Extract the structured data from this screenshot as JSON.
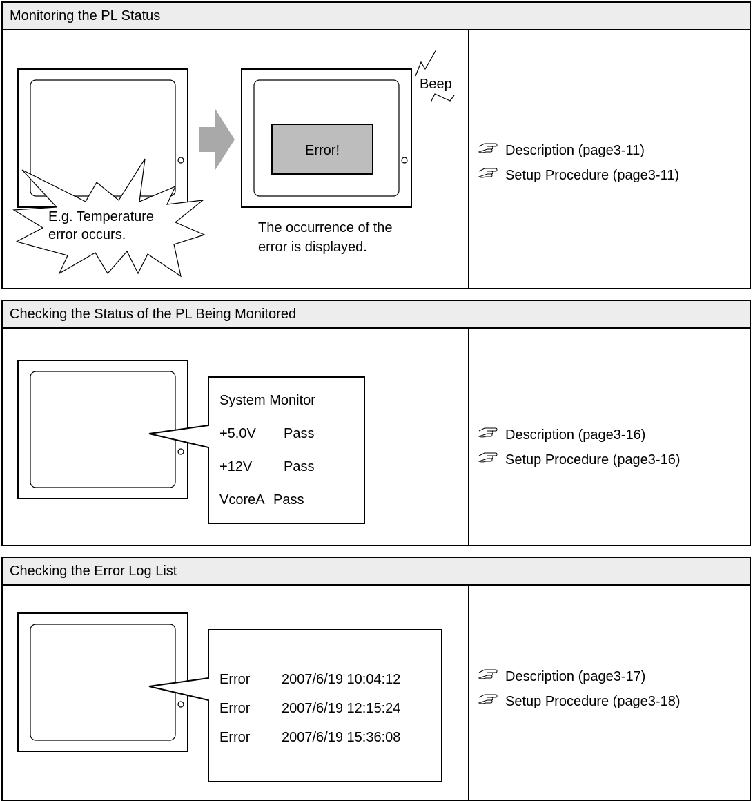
{
  "sections": [
    {
      "title": "Monitoring the PL Status",
      "illustration": {
        "burst_line1": "E.g. Temperature",
        "burst_line2": "error occurs.",
        "error_text": "Error!",
        "beep": "Beep",
        "caption_line1": "The occurrence of the",
        "caption_line2": "error is displayed."
      },
      "refs": [
        {
          "icon": "pointing-hand-icon",
          "label": "Description (page3-11)"
        },
        {
          "icon": "pointing-hand-icon",
          "label": "Setup Procedure (page3-11)"
        }
      ]
    },
    {
      "title": "Checking the Status of the PL Being Monitored",
      "illustration": {
        "callout_title": "System Monitor",
        "rows": [
          {
            "name": "+5.0V",
            "status": "Pass"
          },
          {
            "name": "+12V",
            "status": "Pass"
          },
          {
            "name": "VcoreA",
            "status": "Pass"
          }
        ]
      },
      "refs": [
        {
          "icon": "pointing-hand-icon",
          "label": "Description (page3-16)"
        },
        {
          "icon": "pointing-hand-icon",
          "label": "Setup Procedure (page3-16)"
        }
      ]
    },
    {
      "title": "Checking the Error Log List",
      "illustration": {
        "rows": [
          {
            "type": "Error",
            "timestamp": "2007/6/19 10:04:12"
          },
          {
            "type": "Error",
            "timestamp": "2007/6/19 12:15:24"
          },
          {
            "type": "Error",
            "timestamp": "2007/6/19 15:36:08"
          }
        ]
      },
      "refs": [
        {
          "icon": "pointing-hand-icon",
          "label": "Description (page3-17)"
        },
        {
          "icon": "pointing-hand-icon",
          "label": "Setup Procedure (page3-18)"
        }
      ]
    }
  ]
}
